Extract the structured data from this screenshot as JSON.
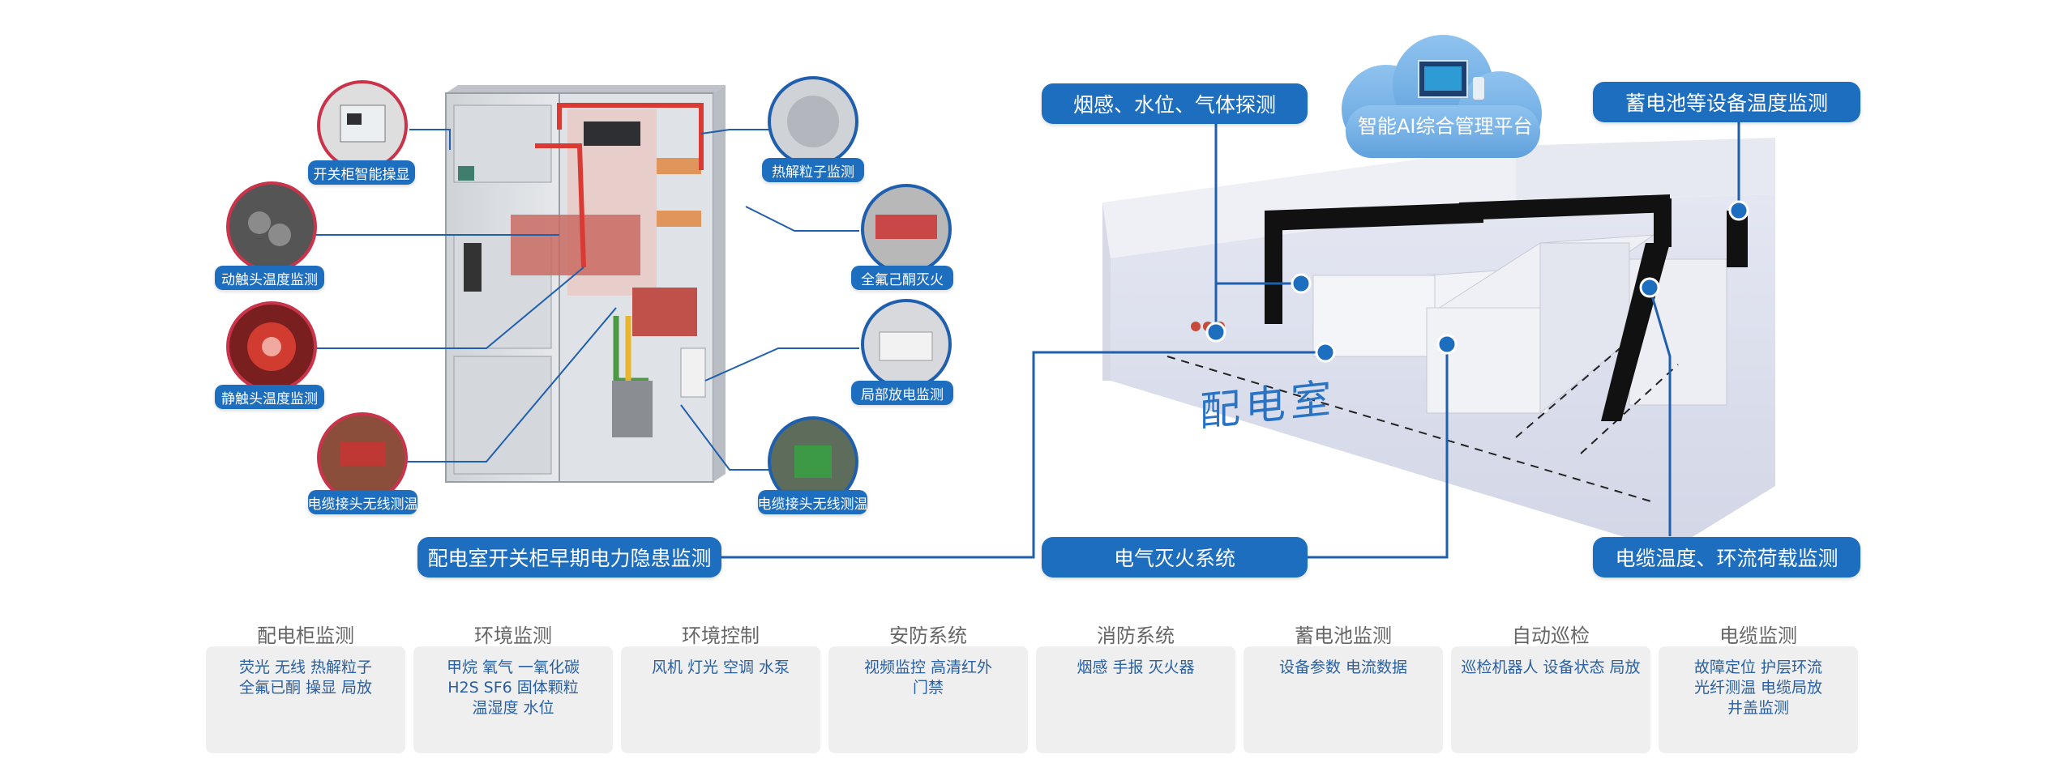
{
  "left_labels": {
    "kaiguan": "开关柜智能操显",
    "dongchutou": "动触头温度监测",
    "jingchutou": "静触头温度监测",
    "dianlan_left": "电缆接头无线测温",
    "rejie": "热解粒子监测",
    "quanfu": "全氟己酮灭火",
    "jubu": "局部放电监测",
    "dianlan_right": "电缆接头无线测温"
  },
  "callouts": {
    "smoke": "烟感、水位、气体探测",
    "battery": "蓄电池等设备温度监测",
    "switchgear": "配电室开关柜早期电力隐患监测",
    "fire": "电气灭火系统",
    "cable": "电缆温度、环流荷载监测"
  },
  "cloud": {
    "label": "智能AI综合管理平台"
  },
  "room": {
    "label": "配电室"
  },
  "categories": [
    {
      "title": "配电柜监测",
      "items": [
        "荧光 无线 热解粒子",
        "全氟已酮 操显 局放"
      ]
    },
    {
      "title": "环境监测",
      "items": [
        "甲烷 氧气 一氧化碳",
        "H2S SF6 固体颗粒",
        "温湿度 水位"
      ]
    },
    {
      "title": "环境控制",
      "items": [
        "风机 灯光 空调 水泵"
      ]
    },
    {
      "title": "安防系统",
      "items": [
        "视频监控 高清红外",
        "门禁"
      ]
    },
    {
      "title": "消防系统",
      "items": [
        "烟感 手报 灭火器"
      ]
    },
    {
      "title": "蓄电池监测",
      "items": [
        "设备参数 电流数据"
      ]
    },
    {
      "title": "自动巡检",
      "items": [
        "巡检机器人 设备状态 局放"
      ]
    },
    {
      "title": "电缆监测",
      "items": [
        "故障定位 护层环流",
        "光纤测温 电缆局放",
        "井盖监测"
      ]
    }
  ],
  "colors": {
    "accent": "#1e6ebf",
    "line": "#1f5fae",
    "card_bg": "#efefef",
    "card_text": "#2a5fa0",
    "title_text": "#666666"
  }
}
